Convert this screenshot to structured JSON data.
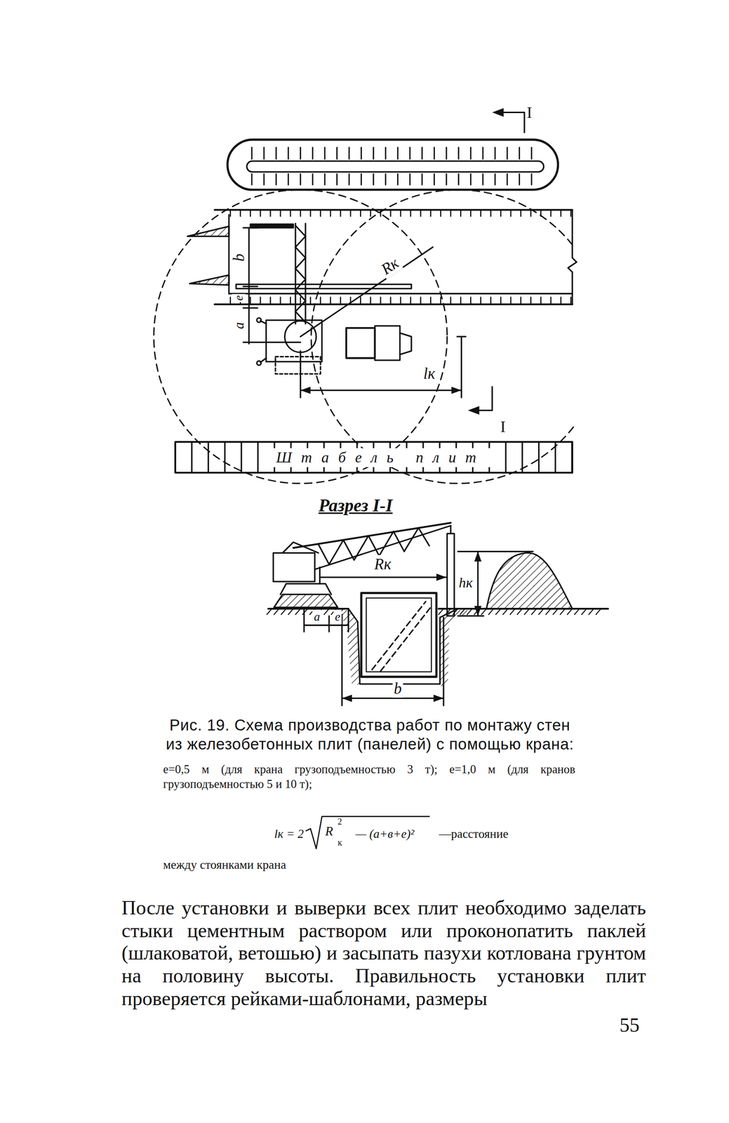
{
  "diagram": {
    "caption": "Рис. 19. Схема производства работ по монтажу стен из железобетонных плит (панелей) с помощью крана:",
    "nodes": [
      {
        "text": [
          "Штабель плит"
        ]
      }
    ],
    "labels": [
      "I",
      "b",
      "e",
      "a",
      "Rк",
      "lк",
      "I",
      "Разрез I-I",
      "Rк",
      "hк",
      "a",
      "e",
      "b",
      "e=0,5 м (для крана грузоподъемностью 3 т); e=1,0 м (для кранов грузоподъемностью 5 и 10 т);",
      "lк = 2",
      "R",
      "2",
      "к",
      "— (a+в+e)²",
      "—расстояние",
      "между стоянками крана",
      "После установки и выверки всех плит необходимо заделать стыки цементным раствором или проконопатить паклей (шлаковатой, ветошью) и засыпать пазухи котлована грунтом на половину высоты. Правильность установки плит проверяется рейками-шаблонами, размеры",
      "55"
    ]
  }
}
